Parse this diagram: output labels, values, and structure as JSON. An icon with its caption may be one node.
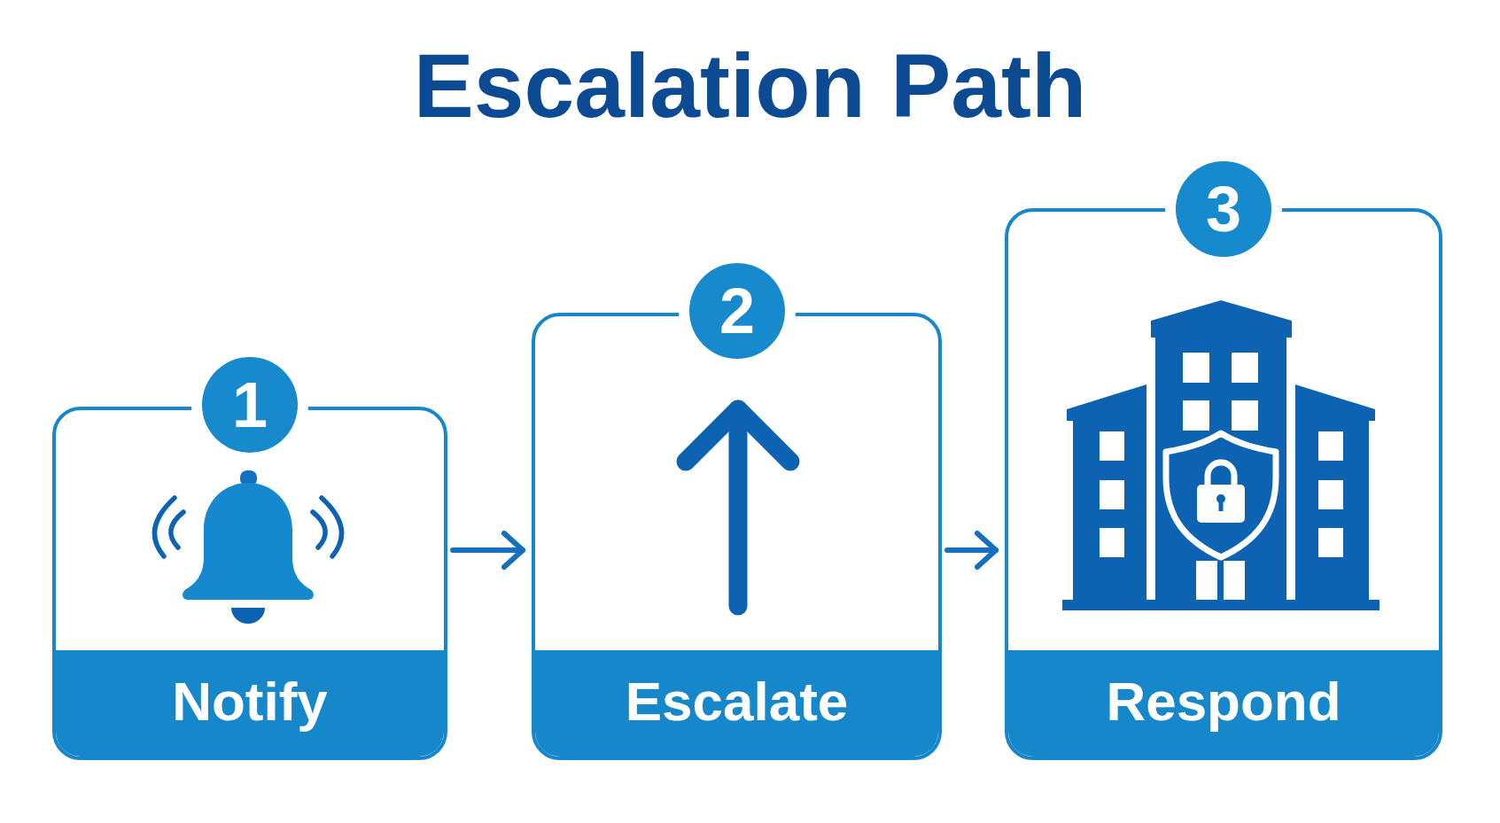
{
  "diagram": {
    "title": "Escalation Path",
    "nodes": [
      {
        "text": [
          "1"
        ]
      },
      {
        "text": [
          "Notify"
        ]
      },
      {
        "text": [
          "2"
        ]
      },
      {
        "text": [
          "Escalate"
        ]
      },
      {
        "text": [
          "3"
        ]
      },
      {
        "text": [
          "Respond"
        ]
      }
    ],
    "edges": [
      {
        "from": 1,
        "to": 3,
        "arrow": "to"
      },
      {
        "from": 3,
        "to": 5,
        "arrow": "to"
      }
    ]
  }
}
